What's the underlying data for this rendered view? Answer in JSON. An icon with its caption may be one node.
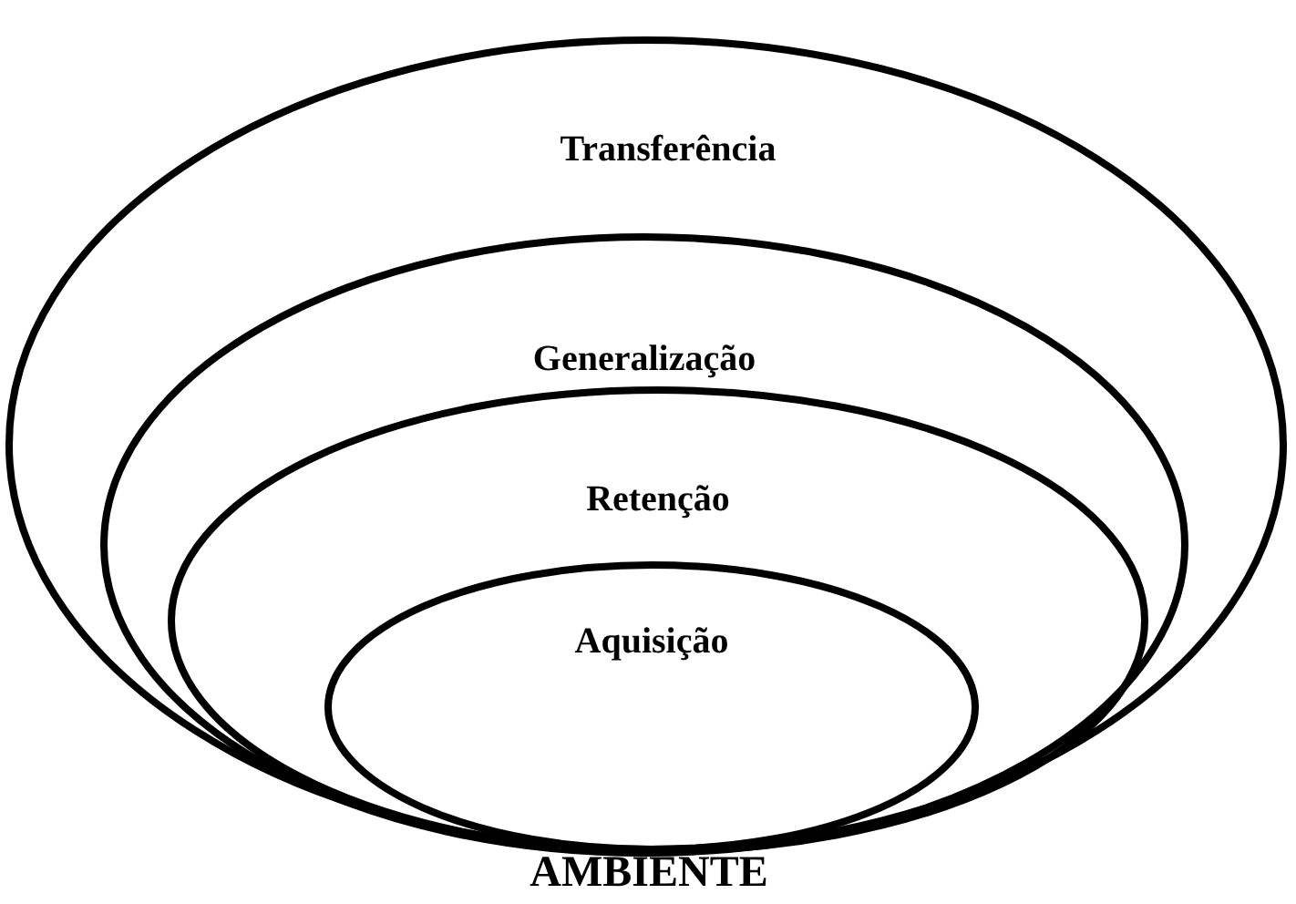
{
  "diagram": {
    "nodes": [
      {
        "text": [
          "Transferência"
        ]
      },
      {
        "text": [
          "Generalização"
        ],
        "in": 0
      },
      {
        "text": [
          "Retenção"
        ],
        "in": 1
      },
      {
        "text": [
          "Aquisição"
        ],
        "in": 2
      }
    ],
    "labels": [
      "AMBIENTE"
    ]
  }
}
